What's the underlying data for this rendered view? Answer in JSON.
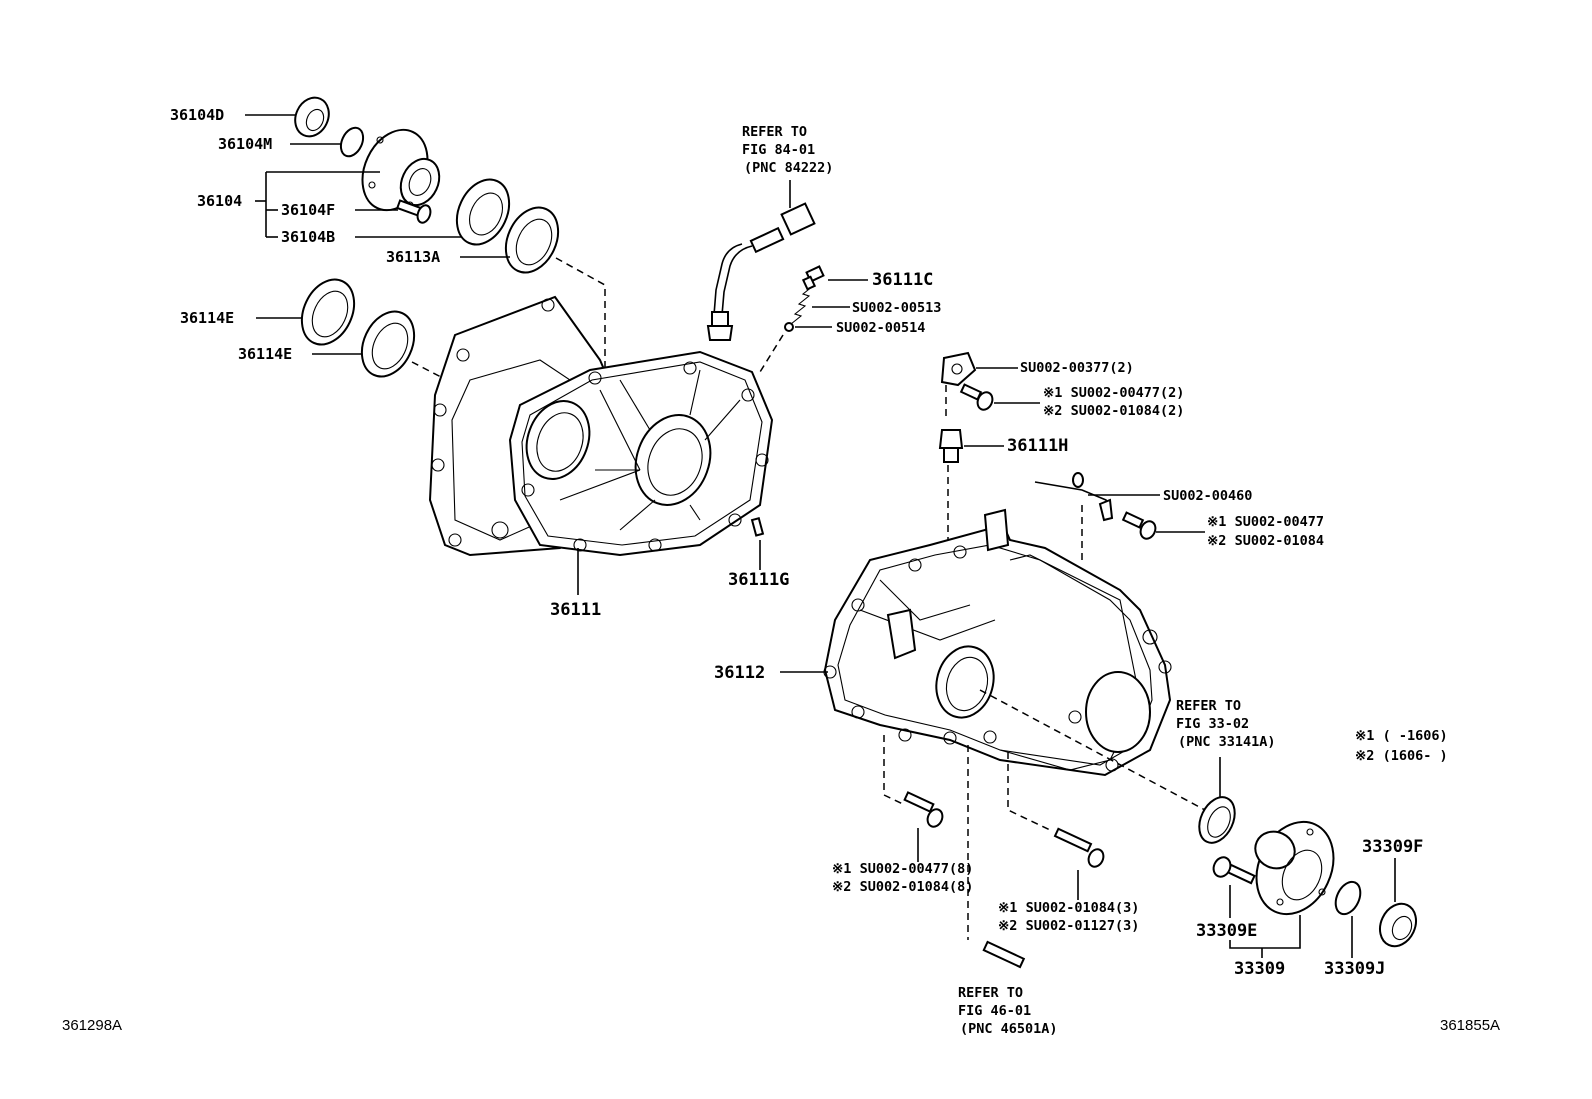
{
  "labels": {
    "p36104D": "36104D",
    "p36104M": "36104M",
    "p36104": "36104",
    "p36104F": "36104F",
    "p36104B": "36104B",
    "p36113A": "36113A",
    "p36114E_a": "36114E",
    "p36114E_b": "36114E",
    "p36111": "36111",
    "p36111G": "36111G",
    "p36111C": "36111C",
    "su00513": "SU002-00513",
    "su00514": "SU002-00514",
    "su00377": "SU002-00377(2)",
    "su00477_2_1": "※1 SU002-00477(2)",
    "su01084_2_2": "※2 SU002-01084(2)",
    "p36111H": "36111H",
    "su00460": "SU002-00460",
    "su00477_a": "※1 SU002-00477",
    "su01084_a": "※2 SU002-01084",
    "p36112": "36112",
    "su00477_8": "※1 SU002-00477(8)",
    "su01084_8": "※2 SU002-01084(8)",
    "su01084_3": "※1 SU002-01084(3)",
    "su01127_3": "※2 SU002-01127(3)",
    "p33309E": "33309E",
    "p33309": "33309",
    "p33309J": "33309J",
    "p33309F": "33309F"
  },
  "refs": {
    "fig84": [
      "REFER TO",
      "FIG 84-01",
      "(PNC 84222)"
    ],
    "fig33": [
      "REFER TO",
      "FIG 33-02",
      "(PNC 33141A)"
    ],
    "fig46": [
      "REFER TO",
      "FIG 46-01",
      "(PNC 46501A)"
    ]
  },
  "legend": {
    "line1": "※1 (        -1606)",
    "line2": "※2 (1606-        )"
  },
  "codes": {
    "left": "361298A",
    "right": "361855A"
  }
}
